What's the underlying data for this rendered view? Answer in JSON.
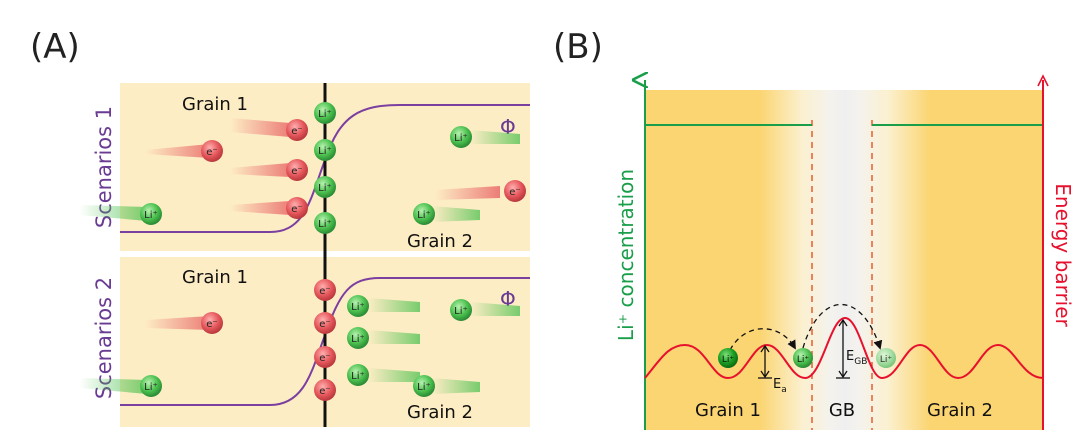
{
  "panel_a": {
    "label": "(A)",
    "scenario1": {
      "side_label": "Scenarios 1",
      "grain_left": "Grain 1",
      "grain_right": "Grain 2",
      "phi": "Φ",
      "boundary_ions": [
        "Li⁺",
        "Li⁺",
        "Li⁺",
        "Li⁺"
      ],
      "left_particles": [
        {
          "type": "electron",
          "label": "e⁻"
        },
        {
          "type": "electron",
          "label": "e⁻"
        },
        {
          "type": "electron",
          "label": "e⁻"
        },
        {
          "type": "electron",
          "label": "e⁻"
        },
        {
          "type": "lithium",
          "label": "Li⁺"
        }
      ],
      "right_particles": [
        {
          "type": "lithium",
          "label": "Li⁺"
        },
        {
          "type": "electron",
          "label": "e⁻"
        },
        {
          "type": "lithium",
          "label": "Li⁺"
        }
      ]
    },
    "scenario2": {
      "side_label": "Scenarios 2",
      "grain_left": "Grain 1",
      "grain_right": "Grain 2",
      "phi": "Φ",
      "boundary_electrons": [
        "e⁻",
        "e⁻",
        "e⁻",
        "e⁻"
      ],
      "left_particles": [
        {
          "type": "electron",
          "label": "e⁻"
        },
        {
          "type": "lithium",
          "label": "Li⁺"
        }
      ],
      "right_particles": [
        {
          "type": "lithium",
          "label": "Li⁺"
        },
        {
          "type": "lithium",
          "label": "Li⁺"
        },
        {
          "type": "lithium",
          "label": "Li⁺"
        },
        {
          "type": "lithium",
          "label": "Li⁺"
        },
        {
          "type": "lithium",
          "label": "Li⁺"
        }
      ]
    }
  },
  "panel_b": {
    "label": "(B)",
    "left_axis_label": "Li⁺ concentration",
    "right_axis_label": "Energy barrier",
    "region_labels": [
      "Grain 1",
      "GB",
      "Grain 2"
    ],
    "ea_label": "E",
    "ea_sub": "a",
    "egb_label": "E",
    "egb_sub": "GB",
    "ions": [
      "Li⁺",
      "Li⁺",
      "Li⁺"
    ]
  },
  "colors": {
    "grain_bg": "#fdedc5",
    "grain_b": "#fbd572",
    "potential_line": "#7b3fa0",
    "electron": "#e0555a",
    "lithium": "#3cb84a",
    "green_axis": "#1a9e4a",
    "red_axis": "#e8112d",
    "dashed_gb": "#e8663a"
  }
}
